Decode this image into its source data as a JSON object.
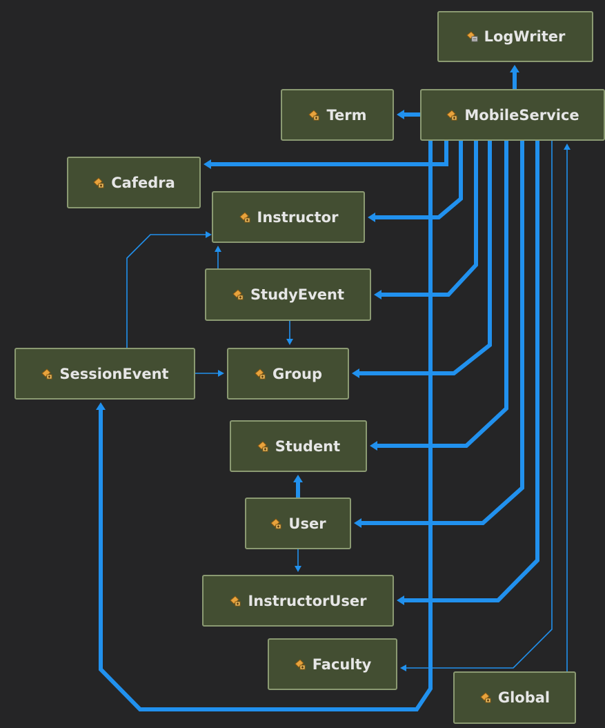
{
  "diagram": {
    "nodes": {
      "logwriter": {
        "label": "LogWriter",
        "icon": "class-module-icon"
      },
      "mobileservice": {
        "label": "MobileService",
        "icon": "class-icon"
      },
      "term": {
        "label": "Term",
        "icon": "class-icon"
      },
      "cafedra": {
        "label": "Cafedra",
        "icon": "class-icon"
      },
      "instructor": {
        "label": "Instructor",
        "icon": "class-icon"
      },
      "studyevent": {
        "label": "StudyEvent",
        "icon": "class-icon"
      },
      "sessionevent": {
        "label": "SessionEvent",
        "icon": "class-icon"
      },
      "group": {
        "label": "Group",
        "icon": "class-icon"
      },
      "student": {
        "label": "Student",
        "icon": "class-icon"
      },
      "user": {
        "label": "User",
        "icon": "class-icon"
      },
      "instructoruser": {
        "label": "InstructorUser",
        "icon": "class-icon"
      },
      "faculty": {
        "label": "Faculty",
        "icon": "class-icon"
      },
      "global": {
        "label": "Global",
        "icon": "class-icon"
      }
    },
    "edges": [
      {
        "from": "mobileservice",
        "to": "logwriter",
        "weight": "thick"
      },
      {
        "from": "mobileservice",
        "to": "term",
        "weight": "thick"
      },
      {
        "from": "mobileservice",
        "to": "cafedra",
        "weight": "thick"
      },
      {
        "from": "mobileservice",
        "to": "instructor",
        "weight": "thick"
      },
      {
        "from": "mobileservice",
        "to": "studyevent",
        "weight": "thick"
      },
      {
        "from": "mobileservice",
        "to": "group",
        "weight": "thick"
      },
      {
        "from": "mobileservice",
        "to": "student",
        "weight": "thick"
      },
      {
        "from": "mobileservice",
        "to": "user",
        "weight": "thick"
      },
      {
        "from": "mobileservice",
        "to": "instructoruser",
        "weight": "thick"
      },
      {
        "from": "mobileservice",
        "to": "faculty",
        "weight": "thin"
      },
      {
        "from": "mobileservice",
        "to": "sessionevent",
        "weight": "thick"
      },
      {
        "from": "global",
        "to": "mobileservice",
        "weight": "thin"
      },
      {
        "from": "studyevent",
        "to": "instructor",
        "weight": "thin"
      },
      {
        "from": "studyevent",
        "to": "group",
        "weight": "thin"
      },
      {
        "from": "sessionevent",
        "to": "instructor",
        "weight": "thin"
      },
      {
        "from": "sessionevent",
        "to": "group",
        "weight": "thin"
      },
      {
        "from": "user",
        "to": "student",
        "weight": "thick"
      },
      {
        "from": "user",
        "to": "instructoruser",
        "weight": "thin"
      }
    ],
    "colors": {
      "background": "#252526",
      "node_fill": "#434e32",
      "node_border": "#8b9a72",
      "edge": "#2191ee",
      "text": "#e6e6e6"
    }
  }
}
